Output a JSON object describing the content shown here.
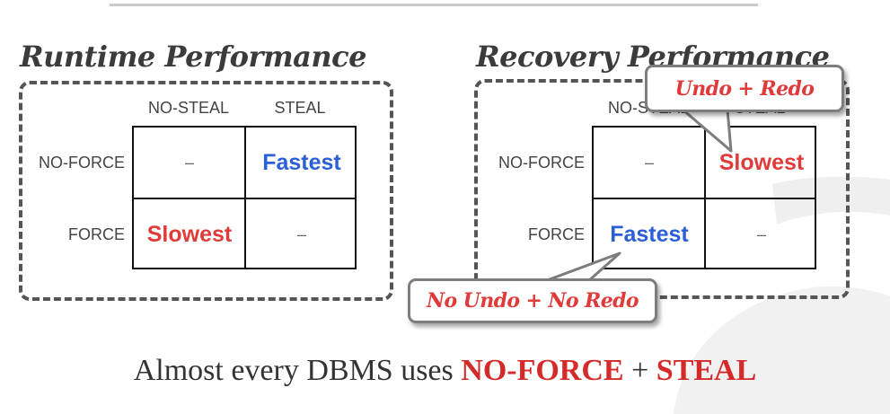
{
  "runtime": {
    "title": "Runtime Performance",
    "col_headers": [
      "NO-STEAL",
      "STEAL"
    ],
    "row_headers": [
      "NO-FORCE",
      "FORCE"
    ],
    "cells": [
      [
        "–",
        "Fastest"
      ],
      [
        "Slowest",
        "–"
      ]
    ]
  },
  "recovery": {
    "title": "Recovery Performance",
    "col_headers": [
      "NO-STEAL",
      "STEAL"
    ],
    "row_headers": [
      "NO-FORCE",
      "FORCE"
    ],
    "cells": [
      [
        "–",
        "Slowest"
      ],
      [
        "Fastest",
        "–"
      ]
    ],
    "callouts": {
      "undo_redo": "Undo + Redo",
      "no_undo_no_redo": "No Undo + No Redo"
    }
  },
  "footer": {
    "prefix": "Almost every DBMS uses ",
    "policy_1": "NO-FORCE",
    "joiner": " + ",
    "policy_2": "STEAL"
  },
  "colors": {
    "fast": "#2b5fd6",
    "slow": "#e03b3b",
    "footer_highlight": "#d42a2a"
  }
}
